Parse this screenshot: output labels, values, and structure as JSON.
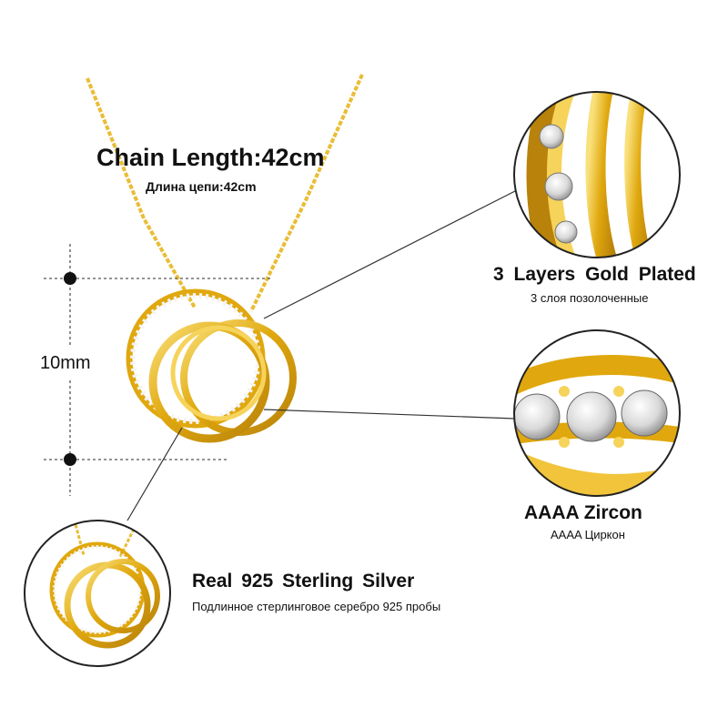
{
  "labels": {
    "chain_length": "Chain Length:42cm",
    "chain_length_ru": "Длина цепи:42cm",
    "dimension": "10mm",
    "gold_plated": "3 Layers  Gold  Plated",
    "gold_plated_ru": "3 слоя позолоченные",
    "zircon": "AAAA Zircon",
    "zircon_ru": "AAAA Циркон",
    "silver": "Real 925  Sterling  Silver",
    "silver_ru": "Подлинное стерлинговое серебро 925 пробы"
  },
  "colors": {
    "gold": "#e0a80e",
    "gold_light": "#f6d35a",
    "gold_dark": "#b9820a",
    "chain": "#e9bd35",
    "zircon": "#e8e8e8",
    "line": "#333333"
  }
}
